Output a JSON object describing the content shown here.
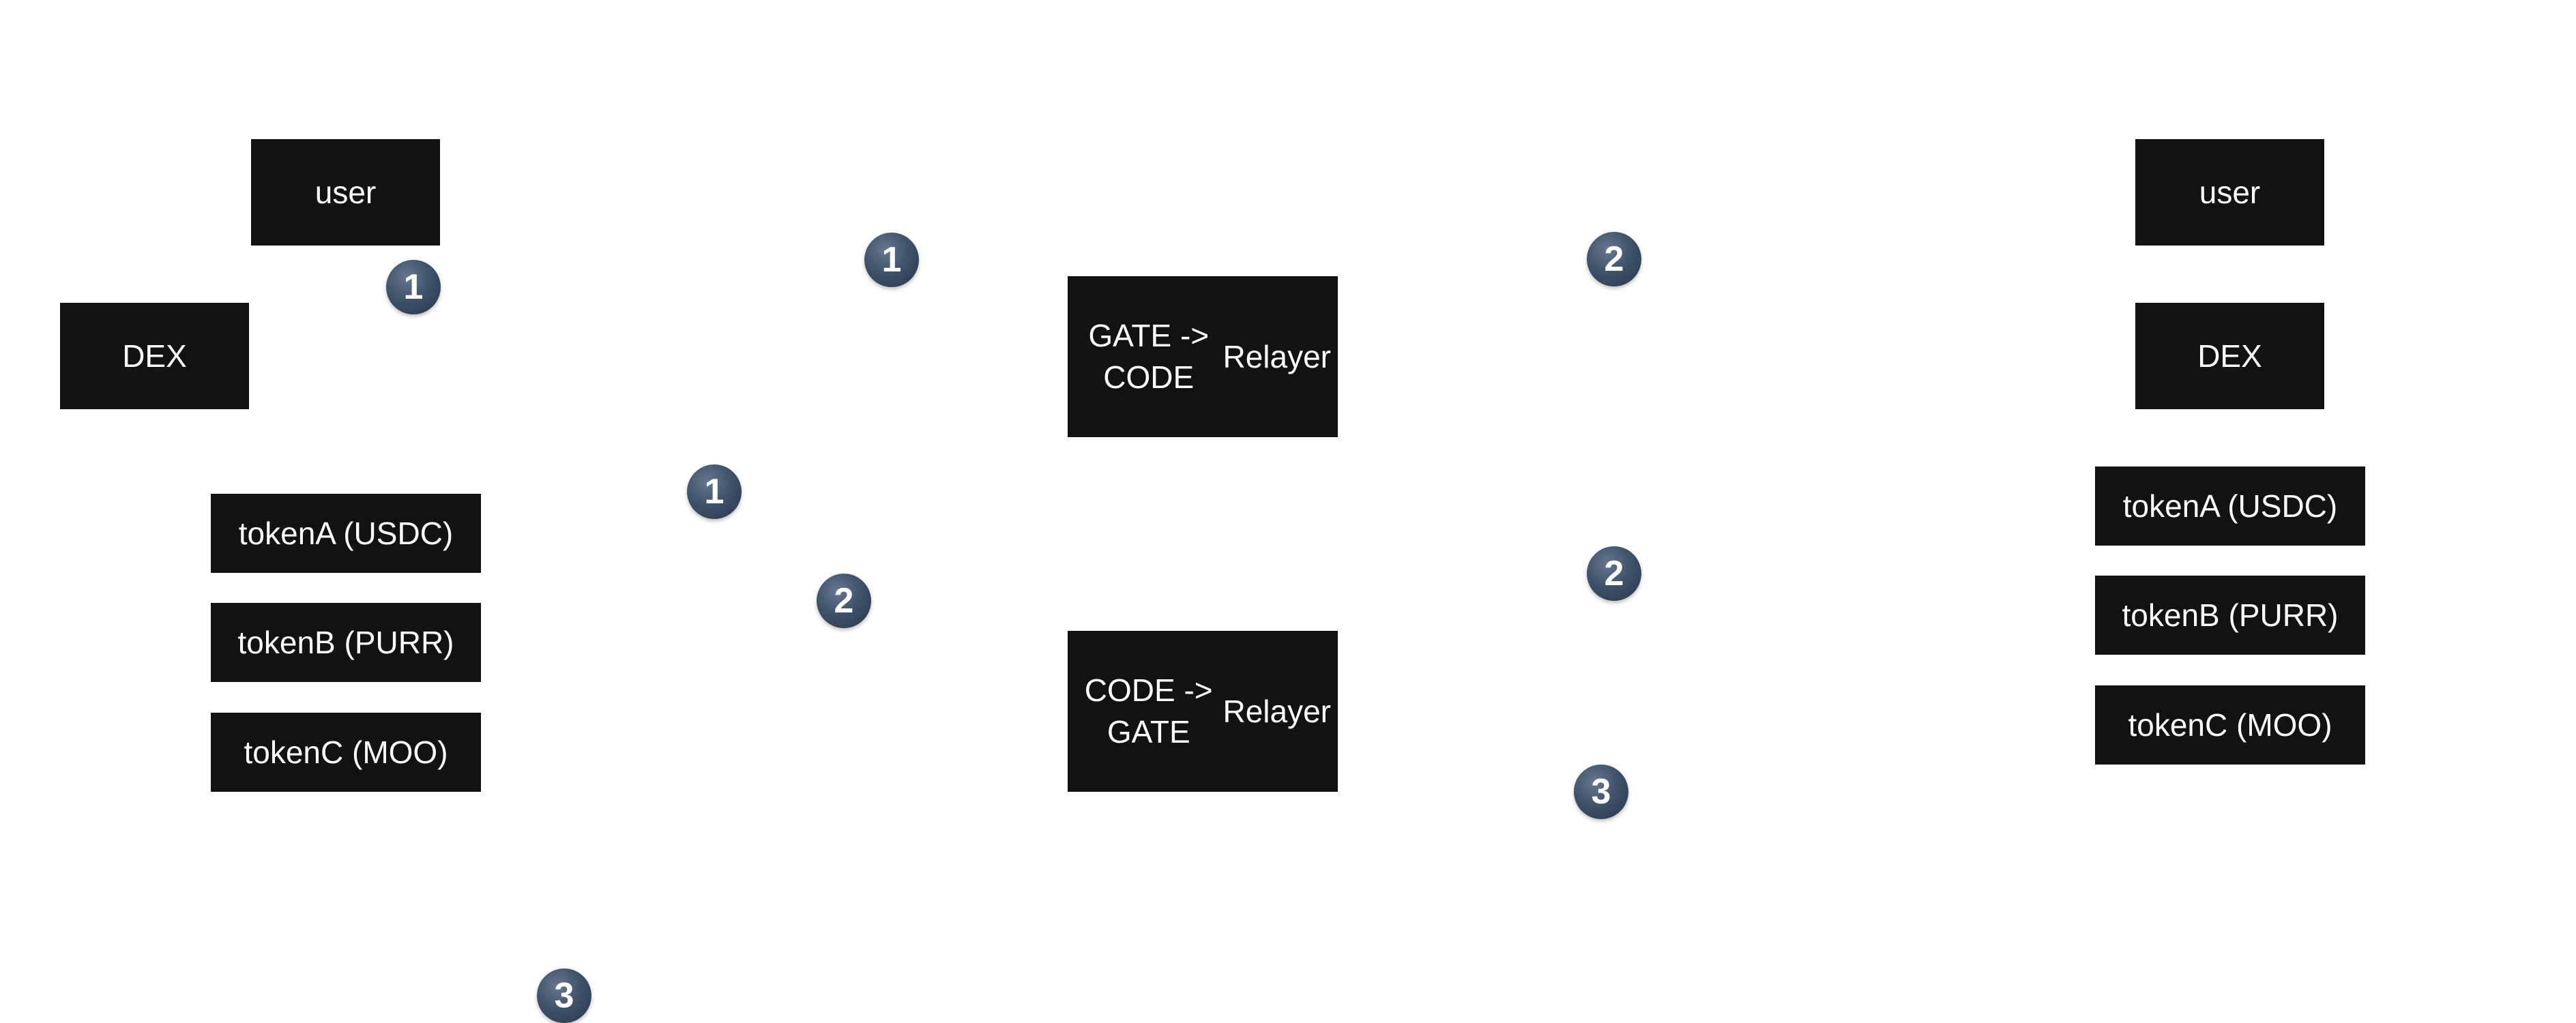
{
  "left": {
    "user": "user",
    "dex": "DEX",
    "tokens": [
      "tokenA (USDC)",
      "tokenB (PURR)",
      "tokenC (MOO)"
    ]
  },
  "relayers": [
    {
      "line1": "GATE -> CODE",
      "line2": "Relayer"
    },
    {
      "line1": "CODE -> GATE",
      "line2": "Relayer"
    }
  ],
  "right": {
    "user": "user",
    "dex": "DEX",
    "tokens": [
      "tokenA (USDC)",
      "tokenB (PURR)",
      "tokenC (MOO)"
    ]
  },
  "markers": [
    "1",
    "1",
    "1",
    "2",
    "2",
    "2",
    "3",
    "3"
  ],
  "colors": {
    "box_fill": "#121212",
    "box_text": "#ffffff",
    "marker_fill": "#3f536b",
    "background": "#ffffff"
  }
}
